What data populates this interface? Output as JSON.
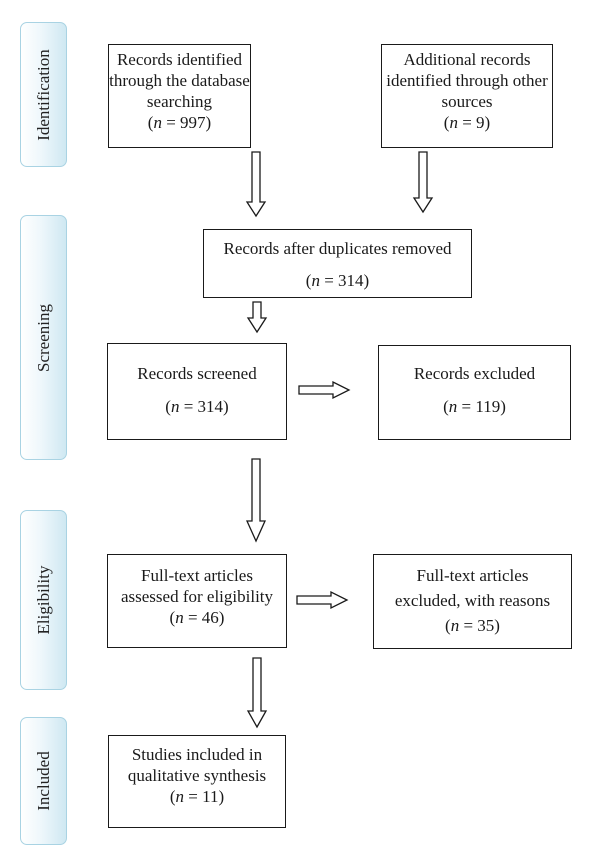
{
  "stages": {
    "identification": "Identification",
    "screening": "Screening",
    "eligibility": "Eligibility",
    "included": "Included"
  },
  "boxes": {
    "database": {
      "lines": [
        "Records identified",
        "through the database",
        "searching"
      ],
      "n_label": "n",
      "n_value": "= 997"
    },
    "other_sources": {
      "lines": [
        "Additional records",
        "identified through other",
        "sources"
      ],
      "n_label": "n",
      "n_value": "= 9"
    },
    "duplicates_removed": {
      "lines": [
        "Records after duplicates removed"
      ],
      "n_label": "n",
      "n_value": "= 314"
    },
    "screened": {
      "lines": [
        "Records screened"
      ],
      "n_label": "n",
      "n_value": "= 314"
    },
    "excluded": {
      "lines": [
        "Records excluded"
      ],
      "n_label": "n",
      "n_value": "= 119"
    },
    "fulltext_assessed": {
      "lines": [
        "Full-text articles",
        "assessed for eligibility"
      ],
      "n_label": "n",
      "n_value": "= 46"
    },
    "fulltext_excluded": {
      "lines": [
        "Full-text articles",
        "excluded, with reasons"
      ],
      "n_label": "n",
      "n_value": "= 35"
    },
    "included_studies": {
      "lines": [
        "Studies included in",
        "qualitative synthesis"
      ],
      "n_label": "n",
      "n_value": "= 11"
    }
  },
  "colors": {
    "stage_fill": "#cfe8f2",
    "stage_border": "#a9d3e3",
    "box_border": "#1a1a1a"
  }
}
